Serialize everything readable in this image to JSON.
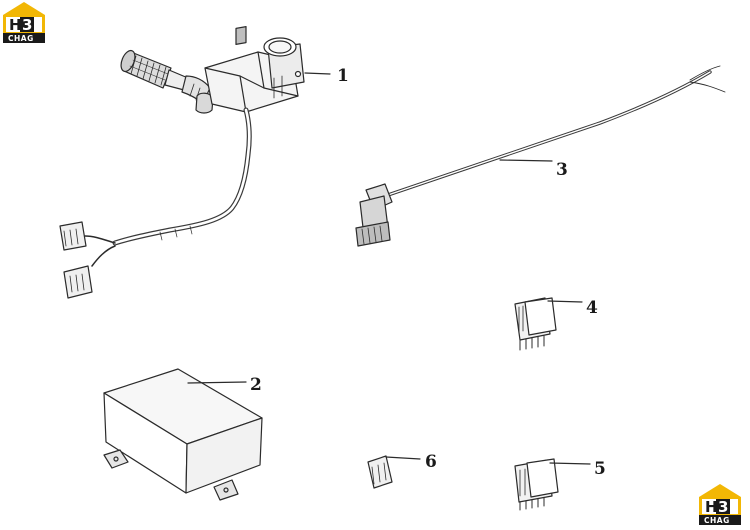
{
  "logo": {
    "letters": "H",
    "digit": "3",
    "subtitle": "CHAG",
    "colors": {
      "gold": "#f2b705",
      "dark": "#1a1a1a"
    }
  },
  "callouts": [
    {
      "id": "1",
      "label": "1"
    },
    {
      "id": "2",
      "label": "2"
    },
    {
      "id": "3",
      "label": "3"
    },
    {
      "id": "4",
      "label": "4"
    },
    {
      "id": "5",
      "label": "5"
    },
    {
      "id": "6",
      "label": "6"
    }
  ],
  "colors": {
    "ink": "#2b2b2b",
    "background": "#ffffff"
  }
}
